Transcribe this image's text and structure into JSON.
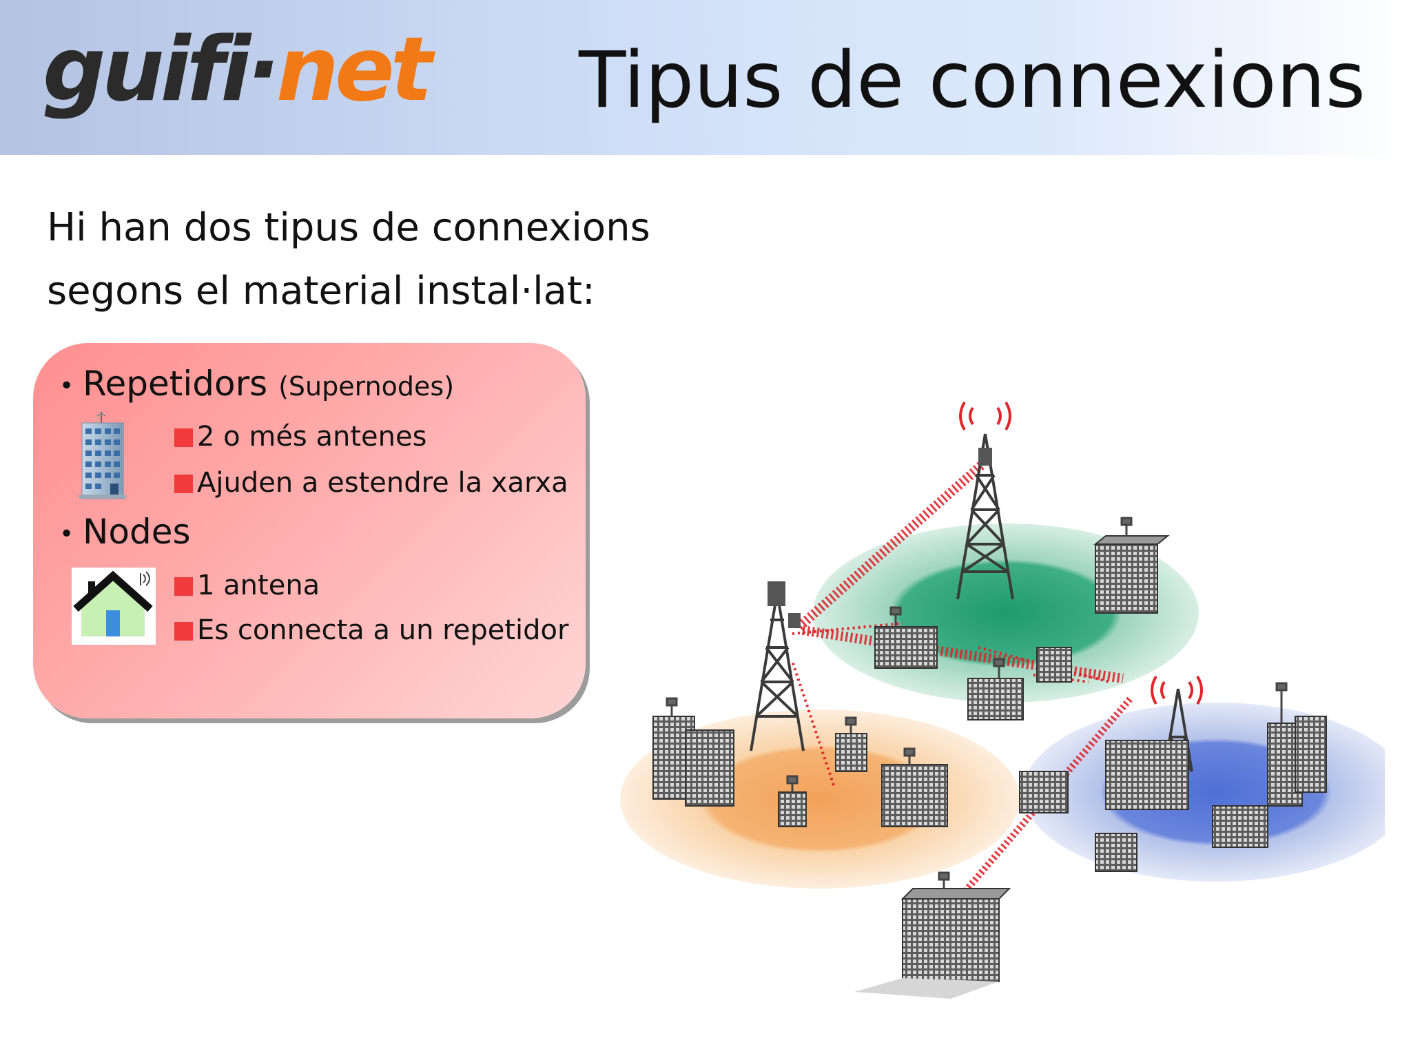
{
  "header": {
    "logo_part1": "guifi",
    "logo_dot": "·",
    "logo_part2": "net",
    "title": "Tipus de connexions"
  },
  "intro": {
    "line1": "Hi han dos tipus de connexions",
    "line2": "segons el material instal·lat:"
  },
  "box": {
    "bullets": [
      {
        "title": "Repetidors",
        "note": "(Supernodes)",
        "icon": "building-icon",
        "items": [
          "2 o més antenes",
          "Ajuden a estendre la xarxa"
        ]
      },
      {
        "title": "Nodes",
        "icon": "house-icon",
        "items": [
          "1 antena",
          "Es connecta a un repetidor"
        ]
      }
    ]
  },
  "colors": {
    "logo_orange": "#f27a16",
    "box_red": "#ff8f8f",
    "bullet_square": "#ef3b3b",
    "zone_green": "#8fcfb6",
    "zone_orange": "#f8c48c",
    "zone_blue": "#a9b8e6"
  },
  "illustration": {
    "icon": "wireless-network-diagram-icon"
  }
}
